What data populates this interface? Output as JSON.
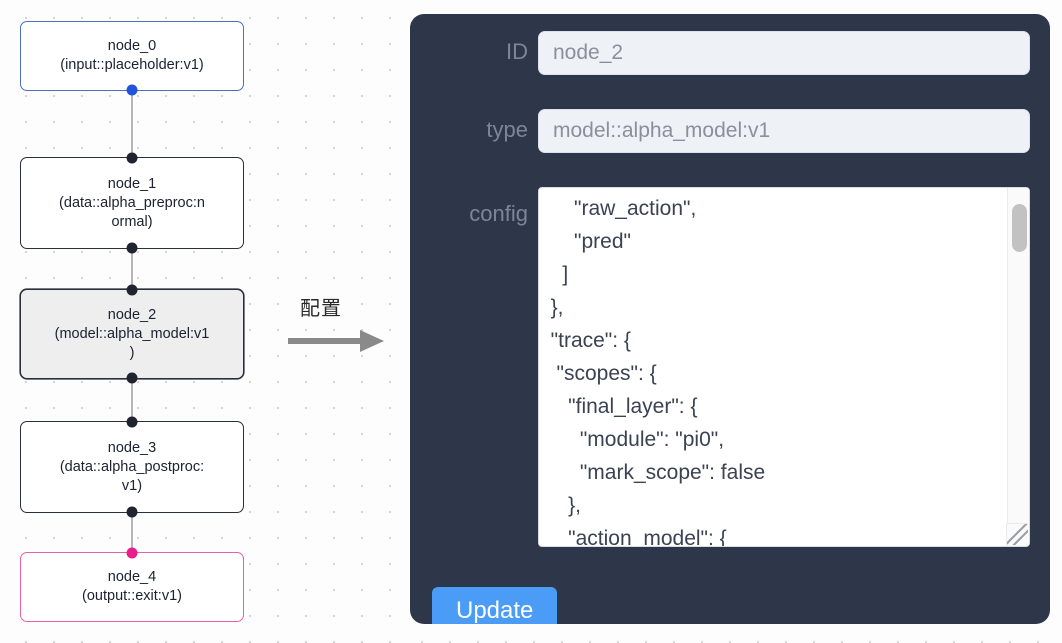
{
  "canvas": {
    "nodes": [
      {
        "id": "node_0",
        "type": "(input::placeholder:v1)",
        "role": "input",
        "selected": false
      },
      {
        "id": "node_1",
        "type": "(data::alpha_preproc:n\normal)",
        "role": "default",
        "selected": false
      },
      {
        "id": "node_2",
        "type": "(model::alpha_model:v1\n)",
        "role": "default",
        "selected": true
      },
      {
        "id": "node_3",
        "type": "(data::alpha_postproc:\nv1)",
        "role": "default",
        "selected": false
      },
      {
        "id": "node_4",
        "type": "(output::exit:v1)",
        "role": "output",
        "selected": false
      }
    ],
    "edges": [
      {
        "from": "node_0",
        "to": "node_1"
      },
      {
        "from": "node_1",
        "to": "node_2"
      },
      {
        "from": "node_2",
        "to": "node_3"
      },
      {
        "from": "node_3",
        "to": "node_4"
      }
    ],
    "colors": {
      "input_border": "#4a6fc4",
      "output_border": "#e362a6",
      "default_border": "#2b2f3a",
      "selected_fill": "#eeeeee",
      "edge": "#b6b6b6",
      "handle_blue": "#2253d8",
      "handle_pink": "#ea1d8d",
      "handle_dark": "#1f2430"
    }
  },
  "annotation": {
    "label": "配置",
    "arrow_color": "#8a8a8a"
  },
  "panel": {
    "background": "#2e3749",
    "fields": [
      {
        "key": "id",
        "label": "ID",
        "value": "node_2"
      },
      {
        "key": "type",
        "label": "type",
        "value": "model::alpha_model:v1"
      }
    ],
    "config": {
      "label": "config",
      "value": "      \"raw_action\",\n      \"pred\"\n    ]\n  },\n  \"trace\": {\n   \"scopes\": {\n     \"final_layer\": {\n       \"module\": \"pi0\",\n       \"mark_scope\": false\n     },\n     \"action_model\": {",
      "scroll_position": "near-top"
    },
    "update_button": {
      "label": "Update",
      "color": "#4a9cf6"
    }
  }
}
